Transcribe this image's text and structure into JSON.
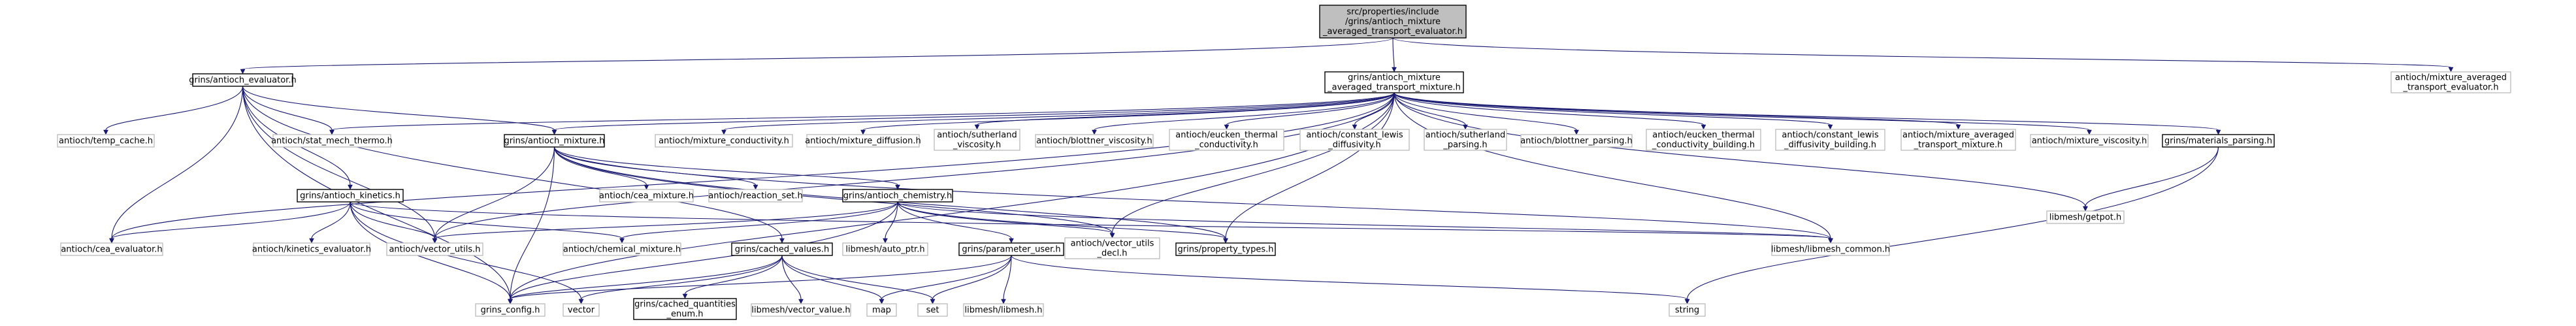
{
  "colors": {
    "edge": "#191970",
    "box_border_grey": "#bfbfbf",
    "box_border_black": "#000000",
    "root_fill": "#bfbfbf"
  },
  "nodes": [
    {
      "id": "root",
      "lines": [
        "src/properties/include",
        "/grins/antioch_mixture",
        "_averaged_transport_evaluator.h"
      ],
      "style": "root"
    },
    {
      "id": "evaluator",
      "lines": [
        "grins/antioch_evaluator.h"
      ],
      "style": "black"
    },
    {
      "id": "mat",
      "lines": [
        "grins/antioch_mixture",
        "_averaged_transport_mixture.h"
      ],
      "style": "black"
    },
    {
      "id": "ext_eval",
      "lines": [
        "antioch/mixture_averaged",
        "_transport_evaluator.h"
      ],
      "style": "grey"
    },
    {
      "id": "temp_cache",
      "lines": [
        "antioch/temp_cache.h"
      ],
      "style": "grey"
    },
    {
      "id": "stat_mech",
      "lines": [
        "antioch/stat_mech_thermo.h"
      ],
      "style": "grey"
    },
    {
      "id": "mixture",
      "lines": [
        "grins/antioch_mixture.h"
      ],
      "style": "black"
    },
    {
      "id": "mix_cond",
      "lines": [
        "antioch/mixture_conductivity.h"
      ],
      "style": "grey"
    },
    {
      "id": "mix_diff",
      "lines": [
        "antioch/mixture_diffusion.h"
      ],
      "style": "grey"
    },
    {
      "id": "suth_visc",
      "lines": [
        "antioch/sutherland",
        "_viscosity.h"
      ],
      "style": "grey"
    },
    {
      "id": "blott_visc",
      "lines": [
        "antioch/blottner_viscosity.h"
      ],
      "style": "grey"
    },
    {
      "id": "eucken_cond",
      "lines": [
        "antioch/eucken_thermal",
        "_conductivity.h"
      ],
      "style": "grey"
    },
    {
      "id": "cl_diff",
      "lines": [
        "antioch/constant_lewis",
        "_diffusivity.h"
      ],
      "style": "grey"
    },
    {
      "id": "suth_pars",
      "lines": [
        "antioch/sutherland",
        "_parsing.h"
      ],
      "style": "grey"
    },
    {
      "id": "blott_pars",
      "lines": [
        "antioch/blottner_parsing.h"
      ],
      "style": "grey"
    },
    {
      "id": "eucken_build",
      "lines": [
        "antioch/eucken_thermal",
        "_conductivity_building.h"
      ],
      "style": "grey"
    },
    {
      "id": "cl_build",
      "lines": [
        "antioch/constant_lewis",
        "_diffusivity_building.h"
      ],
      "style": "grey"
    },
    {
      "id": "mat_mix",
      "lines": [
        "antioch/mixture_averaged",
        "_transport_mixture.h"
      ],
      "style": "grey"
    },
    {
      "id": "mix_visc",
      "lines": [
        "antioch/mixture_viscosity.h"
      ],
      "style": "grey"
    },
    {
      "id": "mat_pars",
      "lines": [
        "grins/materials_parsing.h"
      ],
      "style": "black"
    },
    {
      "id": "cea_mix",
      "lines": [
        "antioch/cea_mixture.h"
      ],
      "style": "grey"
    },
    {
      "id": "reaction_set",
      "lines": [
        "antioch/reaction_set.h"
      ],
      "style": "grey"
    },
    {
      "id": "kinetics",
      "lines": [
        "grins/antioch_kinetics.h"
      ],
      "style": "black"
    },
    {
      "id": "chemistry",
      "lines": [
        "grins/antioch_chemistry.h"
      ],
      "style": "black"
    },
    {
      "id": "getpot",
      "lines": [
        "libmesh/getpot.h"
      ],
      "style": "grey"
    },
    {
      "id": "cea_eval",
      "lines": [
        "antioch/cea_evaluator.h"
      ],
      "style": "grey"
    },
    {
      "id": "kin_eval",
      "lines": [
        "antioch/kinetics_evaluator.h"
      ],
      "style": "grey"
    },
    {
      "id": "vec_utils",
      "lines": [
        "antioch/vector_utils.h"
      ],
      "style": "grey"
    },
    {
      "id": "chem_mix",
      "lines": [
        "antioch/chemical_mixture.h"
      ],
      "style": "grey"
    },
    {
      "id": "cached_values",
      "lines": [
        "grins/cached_values.h"
      ],
      "style": "black"
    },
    {
      "id": "auto_ptr",
      "lines": [
        "libmesh/auto_ptr.h"
      ],
      "style": "grey"
    },
    {
      "id": "param_user",
      "lines": [
        "grins/parameter_user.h"
      ],
      "style": "black"
    },
    {
      "id": "vec_utils_decl",
      "lines": [
        "antioch/vector_utils",
        "_decl.h"
      ],
      "style": "grey"
    },
    {
      "id": "prop_types",
      "lines": [
        "grins/property_types.h"
      ],
      "style": "black"
    },
    {
      "id": "lm_common",
      "lines": [
        "libmesh/libmesh_common.h"
      ],
      "style": "grey"
    },
    {
      "id": "grins_config",
      "lines": [
        "grins_config.h"
      ],
      "style": "grey"
    },
    {
      "id": "vector",
      "lines": [
        "vector"
      ],
      "style": "grey"
    },
    {
      "id": "cq_enum",
      "lines": [
        "grins/cached_quantities",
        "_enum.h"
      ],
      "style": "black"
    },
    {
      "id": "lm_vecval",
      "lines": [
        "libmesh/vector_value.h"
      ],
      "style": "grey"
    },
    {
      "id": "map",
      "lines": [
        "map"
      ],
      "style": "grey"
    },
    {
      "id": "set",
      "lines": [
        "set"
      ],
      "style": "grey"
    },
    {
      "id": "lm_libmesh",
      "lines": [
        "libmesh/libmesh.h"
      ],
      "style": "grey"
    },
    {
      "id": "string",
      "lines": [
        "string"
      ],
      "style": "grey"
    }
  ],
  "edges": [
    [
      "root",
      "evaluator"
    ],
    [
      "root",
      "mat"
    ],
    [
      "root",
      "ext_eval"
    ],
    [
      "evaluator",
      "grins_config"
    ],
    [
      "evaluator",
      "temp_cache"
    ],
    [
      "evaluator",
      "stat_mech"
    ],
    [
      "evaluator",
      "mixture"
    ],
    [
      "evaluator",
      "kinetics"
    ],
    [
      "evaluator",
      "cea_eval"
    ],
    [
      "evaluator",
      "vec_utils"
    ],
    [
      "evaluator",
      "cached_values"
    ],
    [
      "mat",
      "mixture"
    ],
    [
      "mat",
      "stat_mech"
    ],
    [
      "mat",
      "mix_cond"
    ],
    [
      "mat",
      "mix_diff"
    ],
    [
      "mat",
      "suth_visc"
    ],
    [
      "mat",
      "blott_visc"
    ],
    [
      "mat",
      "eucken_cond"
    ],
    [
      "mat",
      "cl_diff"
    ],
    [
      "mat",
      "suth_pars"
    ],
    [
      "mat",
      "blott_pars"
    ],
    [
      "mat",
      "eucken_build"
    ],
    [
      "mat",
      "cl_build"
    ],
    [
      "mat",
      "mat_mix"
    ],
    [
      "mat",
      "mix_visc"
    ],
    [
      "mat",
      "mat_pars"
    ],
    [
      "mat",
      "getpot"
    ],
    [
      "mat",
      "lm_common"
    ],
    [
      "mat",
      "prop_types"
    ],
    [
      "mat",
      "grins_config"
    ],
    [
      "mat",
      "cea_eval"
    ],
    [
      "mat",
      "vec_utils"
    ],
    [
      "mat",
      "vec_utils_decl"
    ],
    [
      "mixture",
      "cea_mix"
    ],
    [
      "mixture",
      "reaction_set"
    ],
    [
      "mixture",
      "chemistry"
    ],
    [
      "mixture",
      "vec_utils"
    ],
    [
      "mixture",
      "grins_config"
    ],
    [
      "mixture",
      "prop_types"
    ],
    [
      "mixture",
      "lm_common"
    ],
    [
      "mixture",
      "vec_utils_decl"
    ],
    [
      "kinetics",
      "cea_eval"
    ],
    [
      "kinetics",
      "kin_eval"
    ],
    [
      "kinetics",
      "vec_utils"
    ],
    [
      "kinetics",
      "chem_mix"
    ],
    [
      "kinetics",
      "grins_config"
    ],
    [
      "kinetics",
      "vector"
    ],
    [
      "kinetics",
      "lm_common"
    ],
    [
      "chemistry",
      "chem_mix"
    ],
    [
      "chemistry",
      "auto_ptr"
    ],
    [
      "chemistry",
      "param_user"
    ],
    [
      "chemistry",
      "vec_utils_decl"
    ],
    [
      "chemistry",
      "prop_types"
    ],
    [
      "chemistry",
      "lm_common"
    ],
    [
      "chemistry",
      "grins_config"
    ],
    [
      "chemistry",
      "vec_utils"
    ],
    [
      "cached_values",
      "cq_enum"
    ],
    [
      "cached_values",
      "lm_vecval"
    ],
    [
      "cached_values",
      "map"
    ],
    [
      "cached_values",
      "set"
    ],
    [
      "cached_values",
      "vector"
    ],
    [
      "cached_values",
      "grins_config"
    ],
    [
      "param_user",
      "grins_config"
    ],
    [
      "param_user",
      "lm_libmesh"
    ],
    [
      "param_user",
      "map"
    ],
    [
      "param_user",
      "set"
    ],
    [
      "param_user",
      "string"
    ],
    [
      "mat_pars",
      "getpot"
    ],
    [
      "mat_pars",
      "string"
    ]
  ]
}
